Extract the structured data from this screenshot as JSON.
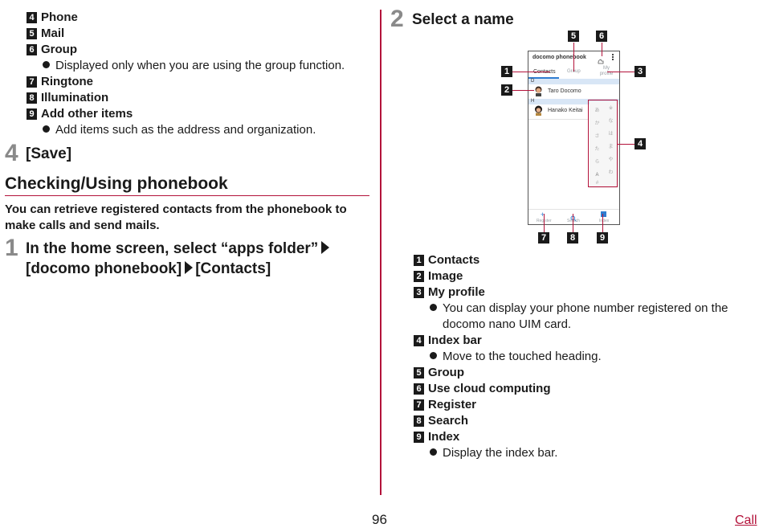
{
  "left": {
    "items": [
      {
        "n": "4",
        "label": "Phone"
      },
      {
        "n": "5",
        "label": "Mail"
      },
      {
        "n": "6",
        "label": "Group"
      },
      {
        "n": "7",
        "label": "Ringtone"
      },
      {
        "n": "8",
        "label": "Illumination"
      },
      {
        "n": "9",
        "label": "Add other items"
      }
    ],
    "group_note": "Displayed only when you are using the group function.",
    "add_note": "Add items such as the address and organization.",
    "step4_num": "4",
    "step4_text": "[Save]",
    "section_title": "Checking/Using phonebook",
    "lead_line1": "You can retrieve registered contacts from the phonebook to",
    "lead_line2": "make calls and send mails.",
    "step1_num": "1",
    "step1_line1": "In the home screen, select “apps folder”",
    "step1_line2a": "[docomo phonebook]",
    "step1_line2b": "[Contacts]"
  },
  "right": {
    "step2_num": "2",
    "step2_text": "Select a name",
    "phone": {
      "title": "docomo phonebook",
      "tabs": [
        "Contacts",
        "Group",
        "My profile"
      ],
      "head_d": "D",
      "head_h": "H",
      "contacts": [
        "Taro Docomo",
        "Hanako Keitai"
      ],
      "bottom": [
        "Register",
        "Search",
        "Index"
      ],
      "index_letters": [
        "A"
      ]
    },
    "callouts": [
      "1",
      "2",
      "3",
      "4",
      "5",
      "6",
      "7",
      "8",
      "9"
    ],
    "legend": [
      {
        "n": "1",
        "label": "Contacts"
      },
      {
        "n": "2",
        "label": "Image"
      },
      {
        "n": "3",
        "label": "My profile"
      },
      {
        "n": "4",
        "label": "Index bar"
      },
      {
        "n": "5",
        "label": "Group"
      },
      {
        "n": "6",
        "label": "Use cloud computing"
      },
      {
        "n": "7",
        "label": "Register"
      },
      {
        "n": "8",
        "label": "Search"
      },
      {
        "n": "9",
        "label": "Index"
      }
    ],
    "profile_note_line1": "You can display your phone number registered on the",
    "profile_note_line2": "docomo nano UIM card.",
    "index_bar_note": "Move to the touched heading.",
    "index_note": "Display the index bar."
  },
  "footer": {
    "page": "96",
    "link": "Call"
  },
  "colors": {
    "accent": "#b3123a",
    "stepnum": "#8a8a8a"
  }
}
